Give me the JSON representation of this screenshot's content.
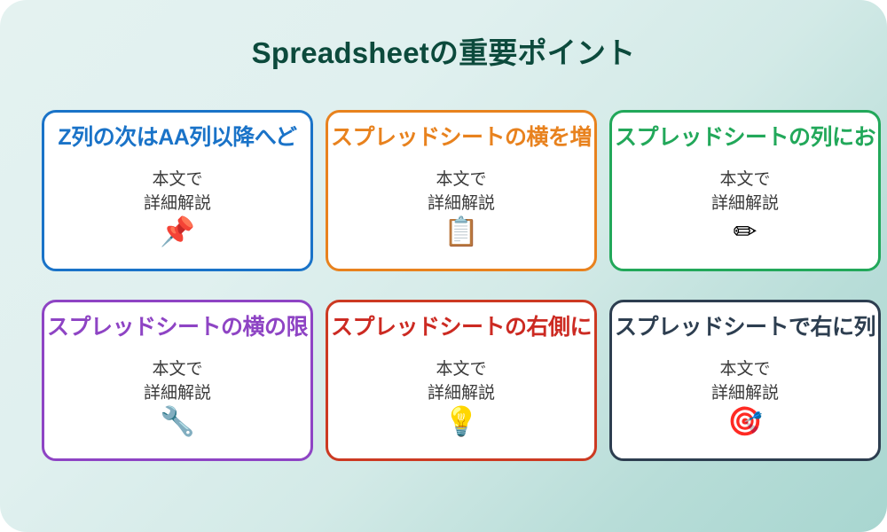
{
  "page": {
    "title": "Spreadsheetの重要ポイント",
    "title_color": "#0c4a3c",
    "background_from": "#e4f2f0",
    "background_to": "#a8d6d0"
  },
  "cards": [
    {
      "id": "card-1",
      "accent": "blue",
      "accent_color": "#1a73c8",
      "title": "Z列の次はAA列以降へど",
      "body": "本文で\n詳細解説",
      "icon": "pushpin-icon",
      "icon_glyph": "📌"
    },
    {
      "id": "card-2",
      "accent": "orange",
      "accent_color": "#e8821e",
      "title": "スプレッドシートの横を増",
      "body": "本文で\n詳細解説",
      "icon": "clipboard-icon",
      "icon_glyph": "📋"
    },
    {
      "id": "card-3",
      "accent": "green",
      "accent_color": "#22a85a",
      "title": "スプレッドシートの列にお",
      "body": "本文で\n詳細解説",
      "icon": "pencil-icon",
      "icon_glyph": "✏"
    },
    {
      "id": "card-4",
      "accent": "purple",
      "accent_color": "#8e44c4",
      "title": "スプレッドシートの横の限",
      "body": "本文で\n詳細解説",
      "icon": "wrench-icon",
      "icon_glyph": "🔧"
    },
    {
      "id": "card-5",
      "accent": "red",
      "accent_color": "#cc2a22",
      "title": "スプレッドシートの右側に",
      "body": "本文で\n詳細解説",
      "icon": "lightbulb-icon",
      "icon_glyph": "💡"
    },
    {
      "id": "card-6",
      "accent": "navy",
      "accent_color": "#2d3e50",
      "title": "スプレッドシートで右に列",
      "body": "本文で\n詳細解説",
      "icon": "dart-target-icon",
      "icon_glyph": "🎯"
    }
  ]
}
